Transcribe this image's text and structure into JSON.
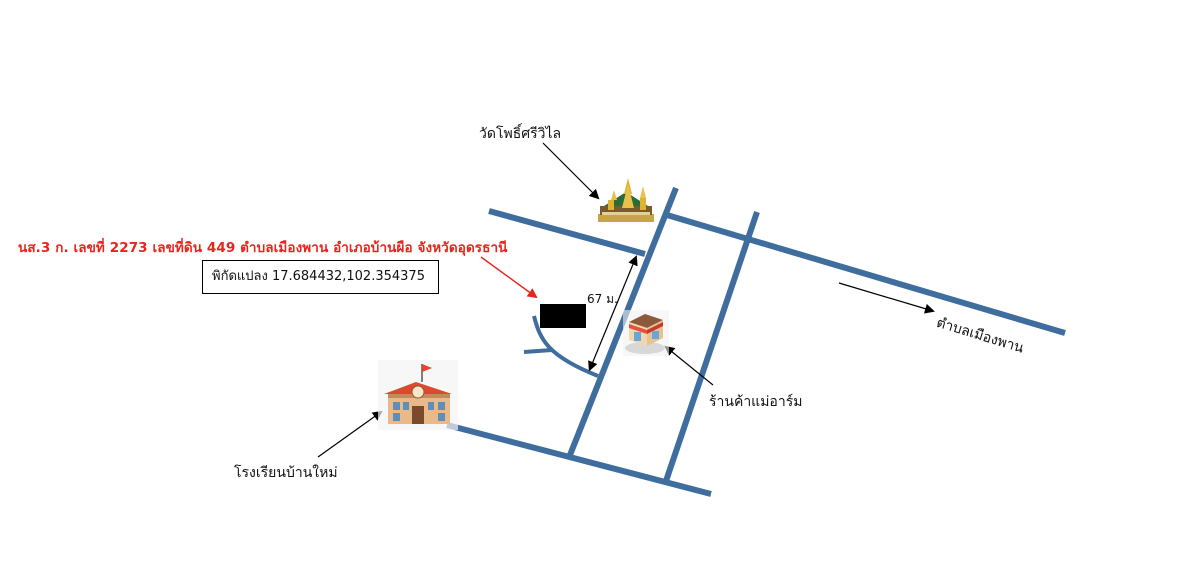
{
  "map": {
    "parcel_title": "นส.3 ก. เลขที่ 2273 เลขที่ดิน 449  ตำบลเมืองพาน  อำเภอบ้านผือ  จังหวัดอุดรธานี",
    "coordinates_label": "พิกัดแปลง 17.684432,102.354375",
    "distance_label": "67 ม.",
    "landmarks": [
      {
        "name": "วัดโพธิ์ศรีวิไล",
        "icon": "temple-icon"
      },
      {
        "name": "ร้านค้าแม่อาร์ม",
        "icon": "shop-icon"
      },
      {
        "name": "โรงเรียนบ้านใหม่",
        "icon": "school-icon"
      }
    ],
    "direction_label": "ตำบลเมืองพาน",
    "colors": {
      "road": "#3f6d9e",
      "parcel": "#000000",
      "title_text": "#e8241c",
      "leader_arrow": "#000000",
      "parcel_arrow": "#e8241c"
    }
  }
}
